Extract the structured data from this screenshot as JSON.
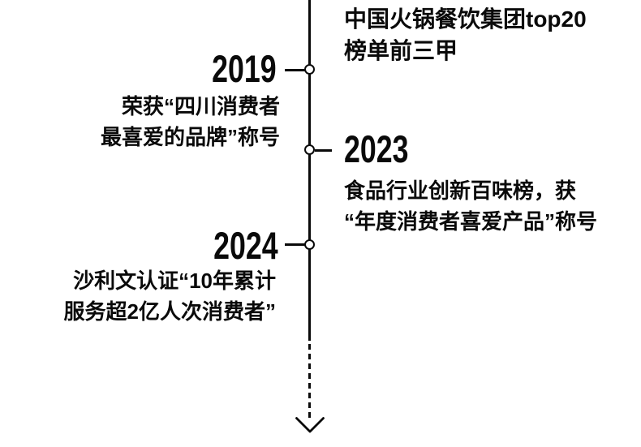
{
  "page": {
    "background_color": "#ffffff",
    "line_color": "#0a0a0a",
    "text_color": "#0a0a0a"
  },
  "timeline": {
    "orientation": "vertical",
    "arrow_icon": "chevron-down",
    "milestones": [
      {
        "id": "top-partial",
        "year": "",
        "side": "right",
        "lines": [
          "中国火锅餐饮集团top20",
          "榜单前三甲"
        ]
      },
      {
        "id": "2019",
        "year": "2019",
        "side": "left",
        "lines": [
          "荣获“四川消费者",
          "最喜爱的品牌”称号"
        ]
      },
      {
        "id": "2023",
        "year": "2023",
        "side": "right",
        "lines": [
          "食品行业创新百味榜，获",
          "“年度消费者喜爱产品”称号"
        ]
      },
      {
        "id": "2024",
        "year": "2024",
        "side": "left",
        "lines": [
          "沙利文认证“10年累计",
          "服务超2亿人次消费者”"
        ]
      }
    ]
  }
}
